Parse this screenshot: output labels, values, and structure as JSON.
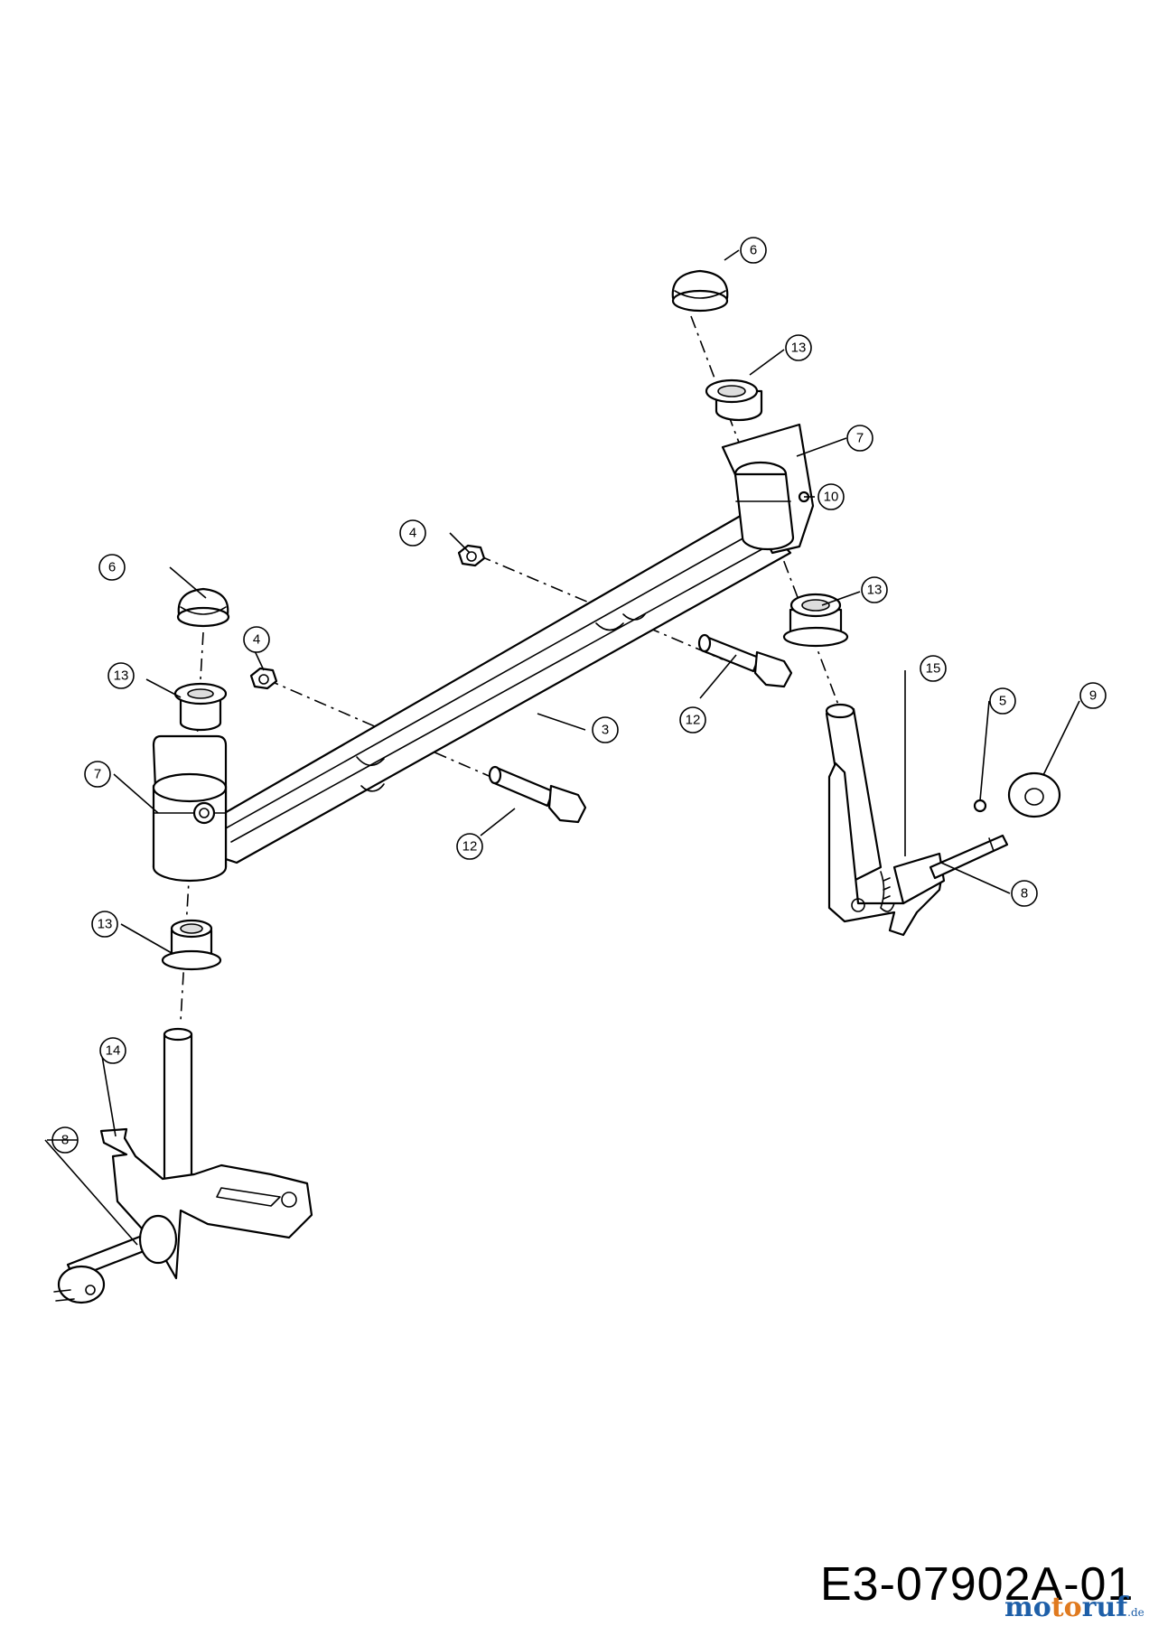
{
  "drawing_code": "E3-07902A-01",
  "watermark": {
    "part1": "mo",
    "part2": "to",
    "part3": "ruf",
    "part4": ".de"
  },
  "callouts": [
    {
      "id": "c6a",
      "label": "6"
    },
    {
      "id": "c13a",
      "label": "13"
    },
    {
      "id": "c7a",
      "label": "7"
    },
    {
      "id": "c10",
      "label": "10"
    },
    {
      "id": "c4a",
      "label": "4"
    },
    {
      "id": "c13b",
      "label": "13"
    },
    {
      "id": "c6b",
      "label": "6"
    },
    {
      "id": "c4b",
      "label": "4"
    },
    {
      "id": "c13c",
      "label": "13"
    },
    {
      "id": "c15",
      "label": "15"
    },
    {
      "id": "c5",
      "label": "5"
    },
    {
      "id": "c9",
      "label": "9"
    },
    {
      "id": "c12a",
      "label": "12"
    },
    {
      "id": "c3",
      "label": "3"
    },
    {
      "id": "c7b",
      "label": "7"
    },
    {
      "id": "c12b",
      "label": "12"
    },
    {
      "id": "c8a",
      "label": "8"
    },
    {
      "id": "c13d",
      "label": "13"
    },
    {
      "id": "c14",
      "label": "14"
    },
    {
      "id": "c8b",
      "label": "8"
    }
  ]
}
